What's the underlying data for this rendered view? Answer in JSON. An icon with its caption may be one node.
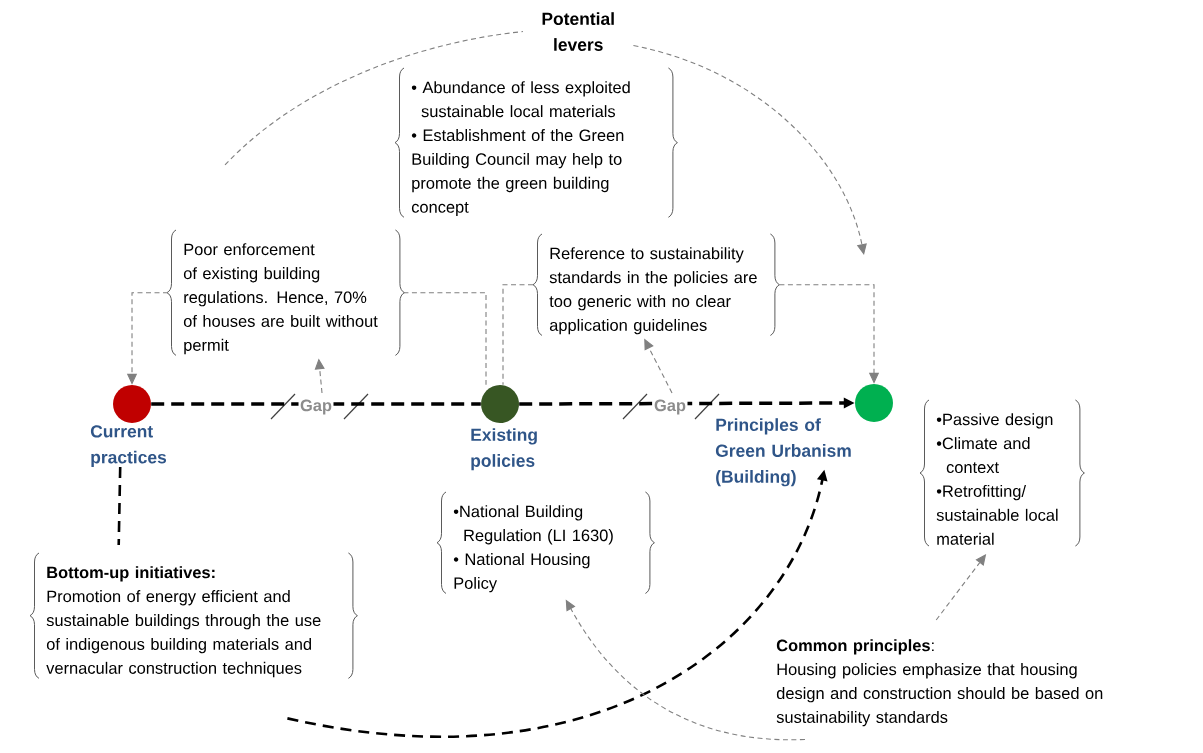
{
  "diagram": {
    "nodes": [
      {
        "text": [
          "Potential levers",
          "• Abundance of less exploited sustainable local materials",
          "• Establishment of the Green Building Council may help to promote the green building concept"
        ]
      },
      {
        "text": [
          "Poor enforcement of existing building regulations. Hence, 70% of houses are built without permit"
        ]
      },
      {
        "text": [
          "Reference to sustainability standards in the policies are too generic with no clear application guidelines"
        ]
      },
      {
        "text": [],
        "shape": "circle",
        "beside": [
          "Current practices"
        ]
      },
      {
        "text": [],
        "shape": "circle",
        "beside": [
          "Existing policies"
        ]
      },
      {
        "text": [],
        "shape": "circle",
        "beside": [
          "Principles of Green Urbanism (Building)"
        ]
      },
      {
        "text": [
          "•National Building Regulation (LI 1630)",
          "• National Housing Policy"
        ]
      },
      {
        "text": [
          "•Passive design",
          "•Climate and context",
          "•Retrofitting/ sustainable local material"
        ]
      },
      {
        "text": [
          "Bottom-up initiatives:",
          "Promotion of energy efficient and sustainable buildings through the use of indigenous building materials and vernacular construction techniques"
        ]
      },
      {
        "text": [
          "**Common principles**:",
          "Housing policies emphasize that housing design and construction should be based on sustainability standards"
        ]
      }
    ],
    "edges": [
      {
        "from": 3,
        "to": 4,
        "arrow": "none",
        "label": "Gap",
        "style": "dashed",
        "color": "#000000"
      },
      {
        "from": 4,
        "to": 5,
        "arrow": "to",
        "label": "Gap",
        "style": "dashed",
        "color": "#000000"
      },
      {
        "from": 1,
        "to": 3,
        "arrow": "to",
        "style": "dashed"
      },
      {
        "from": 1,
        "to": 4,
        "arrow": "none",
        "style": "dashed"
      },
      {
        "from": null,
        "to": 1,
        "arrow": "to",
        "style": "dashed"
      },
      {
        "from": 2,
        "to": 4,
        "arrow": "none",
        "style": "dashed"
      },
      {
        "from": 2,
        "to": 5,
        "arrow": "to",
        "style": "dashed"
      },
      {
        "from": null,
        "to": 2,
        "arrow": "to",
        "style": "dashed"
      },
      {
        "from": null,
        "to": 0,
        "arrow": "none",
        "style": "dashed"
      },
      {
        "from": 0,
        "to": null,
        "arrow": "to",
        "style": "dashed"
      },
      {
        "from": 3,
        "to": 8,
        "arrow": "none",
        "style": "dashed",
        "color": "#000000"
      },
      {
        "from": 8,
        "to": 5,
        "arrow": "to",
        "style": "dashed",
        "color": "#000000"
      },
      {
        "from": 9,
        "to": 6,
        "arrow": "to",
        "style": "dashed"
      },
      {
        "from": 9,
        "to": 7,
        "arrow": "to",
        "style": "dashed"
      }
    ]
  }
}
